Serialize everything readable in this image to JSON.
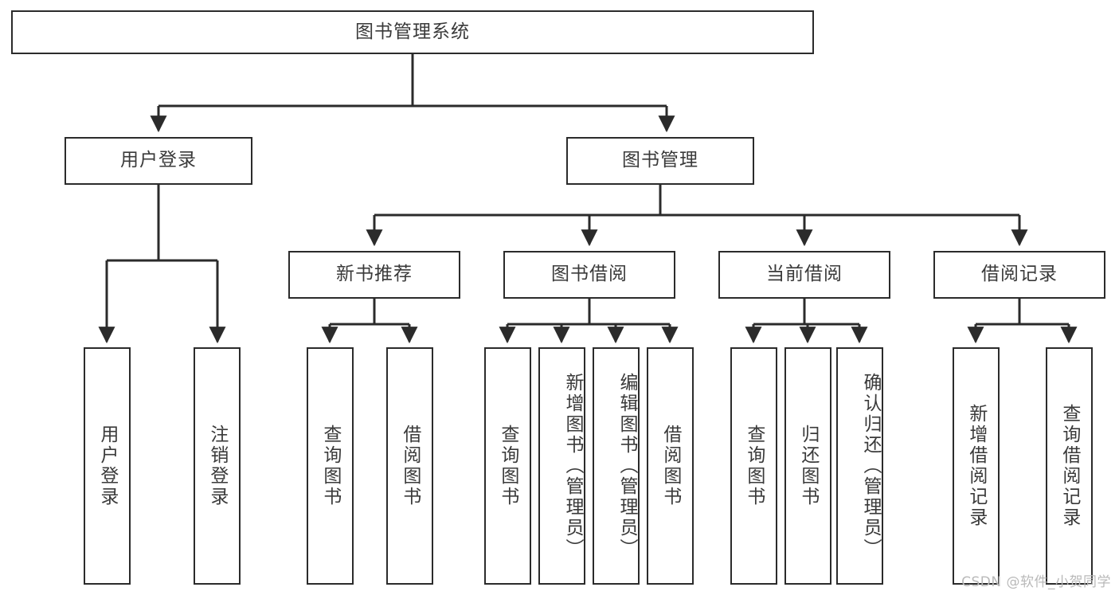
{
  "diagram": {
    "title": "图书管理系统",
    "watermark": "CSDN @软件_小贺同学",
    "stroke_color": "#2b2b2b",
    "text_color": "#3a3a3a",
    "background_color": "#ffffff",
    "nodes": {
      "root": {
        "label": "图书管理系统"
      },
      "level2": [
        {
          "id": "user-login",
          "label": "用户登录"
        },
        {
          "id": "book-manage",
          "label": "图书管理"
        }
      ],
      "level3": [
        {
          "id": "new-book-recommend",
          "label": "新书推荐"
        },
        {
          "id": "book-borrow",
          "label": "图书借阅"
        },
        {
          "id": "current-borrow",
          "label": "当前借阅"
        },
        {
          "id": "borrow-record",
          "label": "借阅记录"
        }
      ],
      "leaves": {
        "user-login": [
          {
            "id": "leaf-user-login",
            "label": "用户登录"
          },
          {
            "id": "leaf-logout-login",
            "label": "注销登录"
          }
        ],
        "new-book-recommend": [
          {
            "id": "leaf-query-book-1",
            "label": "查询图书"
          },
          {
            "id": "leaf-borrow-book-1",
            "label": "借阅图书"
          }
        ],
        "book-borrow": [
          {
            "id": "leaf-query-book-2",
            "label": "查询图书"
          },
          {
            "id": "leaf-add-book",
            "label": "新增图书（管理员）"
          },
          {
            "id": "leaf-edit-book",
            "label": "编辑图书（管理员）"
          },
          {
            "id": "leaf-borrow-book-2",
            "label": "借阅图书"
          }
        ],
        "current-borrow": [
          {
            "id": "leaf-query-book-3",
            "label": "查询图书"
          },
          {
            "id": "leaf-return-book",
            "label": "归还图书"
          },
          {
            "id": "leaf-confirm-return",
            "label": "确认归还（管理员）"
          }
        ],
        "borrow-record": [
          {
            "id": "leaf-add-record",
            "label": "新增借阅记录"
          },
          {
            "id": "leaf-query-record",
            "label": "查询借阅记录"
          }
        ]
      }
    }
  }
}
